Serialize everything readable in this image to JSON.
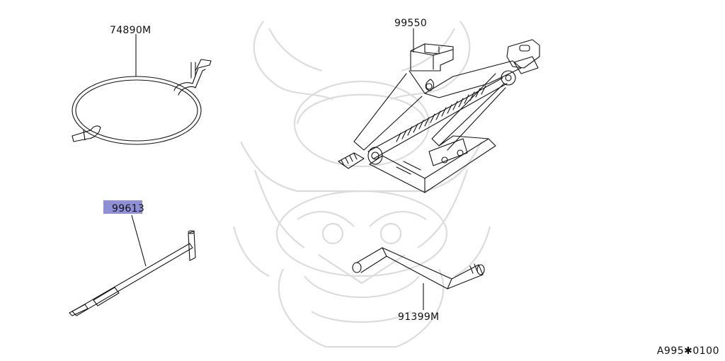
{
  "diagram": {
    "parts": [
      {
        "id": "ring",
        "label": "74890M",
        "highlighted": false
      },
      {
        "id": "jack",
        "label": "99550",
        "highlighted": false
      },
      {
        "id": "rod",
        "label": "99613",
        "highlighted": true
      },
      {
        "id": "handle",
        "label": "91399M",
        "highlighted": false
      }
    ],
    "highlight_color": "#8f8fd8"
  },
  "reference_code": "A995✱0100"
}
